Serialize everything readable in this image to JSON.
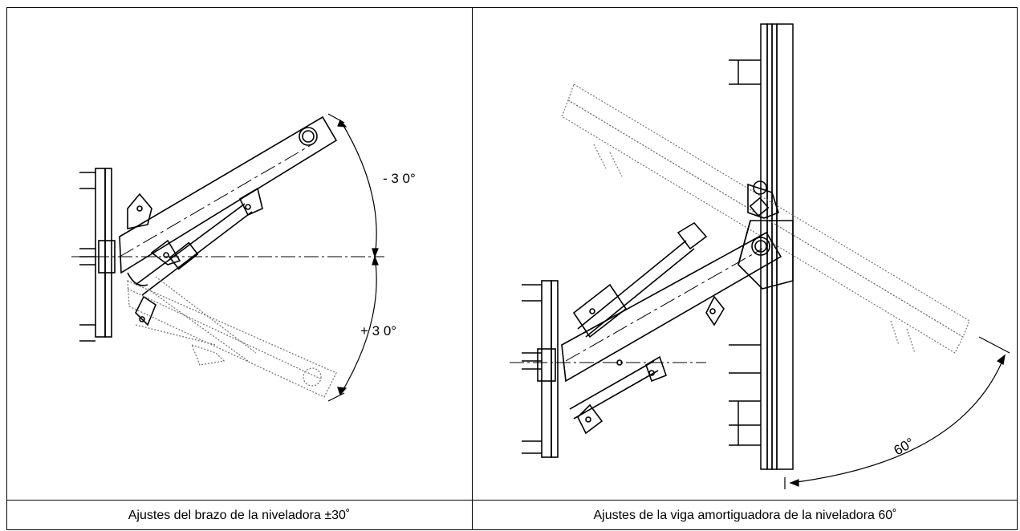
{
  "left_panel": {
    "angle_top_label": "- 3 0°",
    "angle_bottom_label": "+ 3 0°",
    "caption": "Ajustes del brazo de la niveladora ±30˚"
  },
  "right_panel": {
    "angle_label": "60°",
    "caption": "Ajustes de la viga amortiguadora de la niveladora 60˚"
  },
  "colors": {
    "line": "#000000",
    "phantom": "#777777",
    "background": "#ffffff"
  }
}
